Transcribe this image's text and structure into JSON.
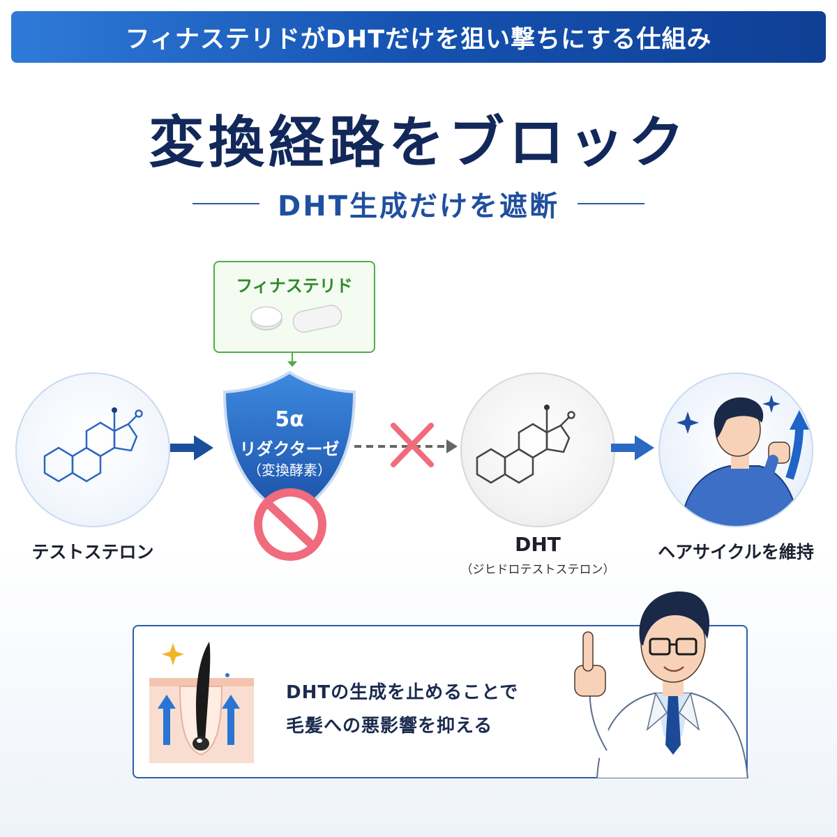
{
  "header": {
    "banner": "フィナステリドがDHTだけを狙い撃ちにする仕組み",
    "title": "変換経路をブロック",
    "subtitle": "DHT生成だけを遮断"
  },
  "flow": {
    "testosterone": "テストステロン",
    "inhibitor": "フィナステリド",
    "enzyme_top": "5α",
    "enzyme_name": "リダクターゼ",
    "enzyme_desc": "（変換酵素）",
    "dht": "DHT",
    "dht_desc": "（ジヒドロテストステロン）",
    "result": "ヘアサイクルを維持"
  },
  "summary": {
    "line1": "DHTの生成を止めることで",
    "line2": "毛髪への悪影響を抑える"
  },
  "colors": {
    "banner": "#1552b0",
    "title": "#13285a",
    "accent_blue": "#1f4f9e",
    "shield": "#2d73cf",
    "inhibitor_green": "#4cae45",
    "block_red": "#f06b7c"
  },
  "icons": [
    "steroid-molecule-icon",
    "pill-icon",
    "shield-icon",
    "no-entry-icon",
    "cross-icon",
    "sparkle-icon",
    "up-arrow-icon",
    "hair-follicle-icon",
    "doctor-illustration"
  ]
}
